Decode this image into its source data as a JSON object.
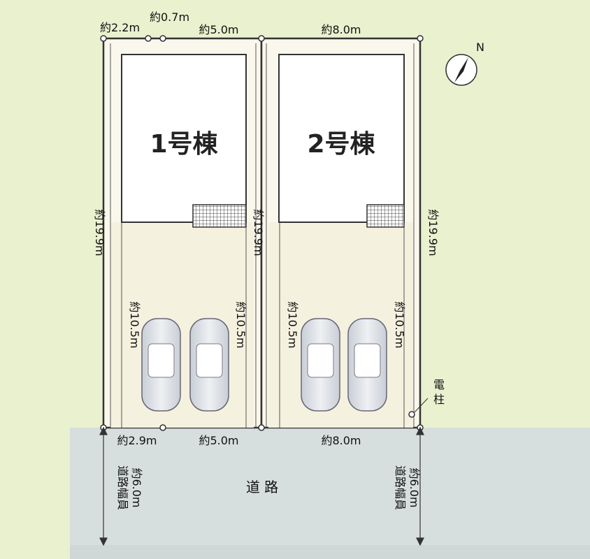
{
  "colors": {
    "background": "#e9f1cf",
    "road": "#d7dede",
    "lot": "#faf8ec",
    "driveway": "#f5f1df",
    "building": "#ffffff",
    "outline": "#333333",
    "car": "#dde1e6"
  },
  "buildings": [
    {
      "label": "1号棟"
    },
    {
      "label": "2号棟"
    }
  ],
  "dimensions": {
    "top_a": "約2.2m",
    "top_b": "約0.7m",
    "top_c": "約5.0m",
    "top_d": "約8.0m",
    "depth_left": "約19.9m",
    "depth_middle": "約19.9m",
    "depth_right": "約19.9m",
    "parking_1a": "約10.5m",
    "parking_1b": "約10.5m",
    "parking_2a": "約10.5m",
    "parking_2b": "約10.5m",
    "bottom_a": "約2.9m",
    "bottom_b": "約5.0m",
    "bottom_c": "約8.0m",
    "road_width_left_1": "道路幅員",
    "road_width_left_2": "約6.0m",
    "road_width_right_1": "道路幅員",
    "road_width_right_2": "約6.0m"
  },
  "road": {
    "label": "道 路"
  },
  "pole": {
    "label_1": "電",
    "label_2": "柱"
  },
  "compass": {
    "label": "N"
  }
}
